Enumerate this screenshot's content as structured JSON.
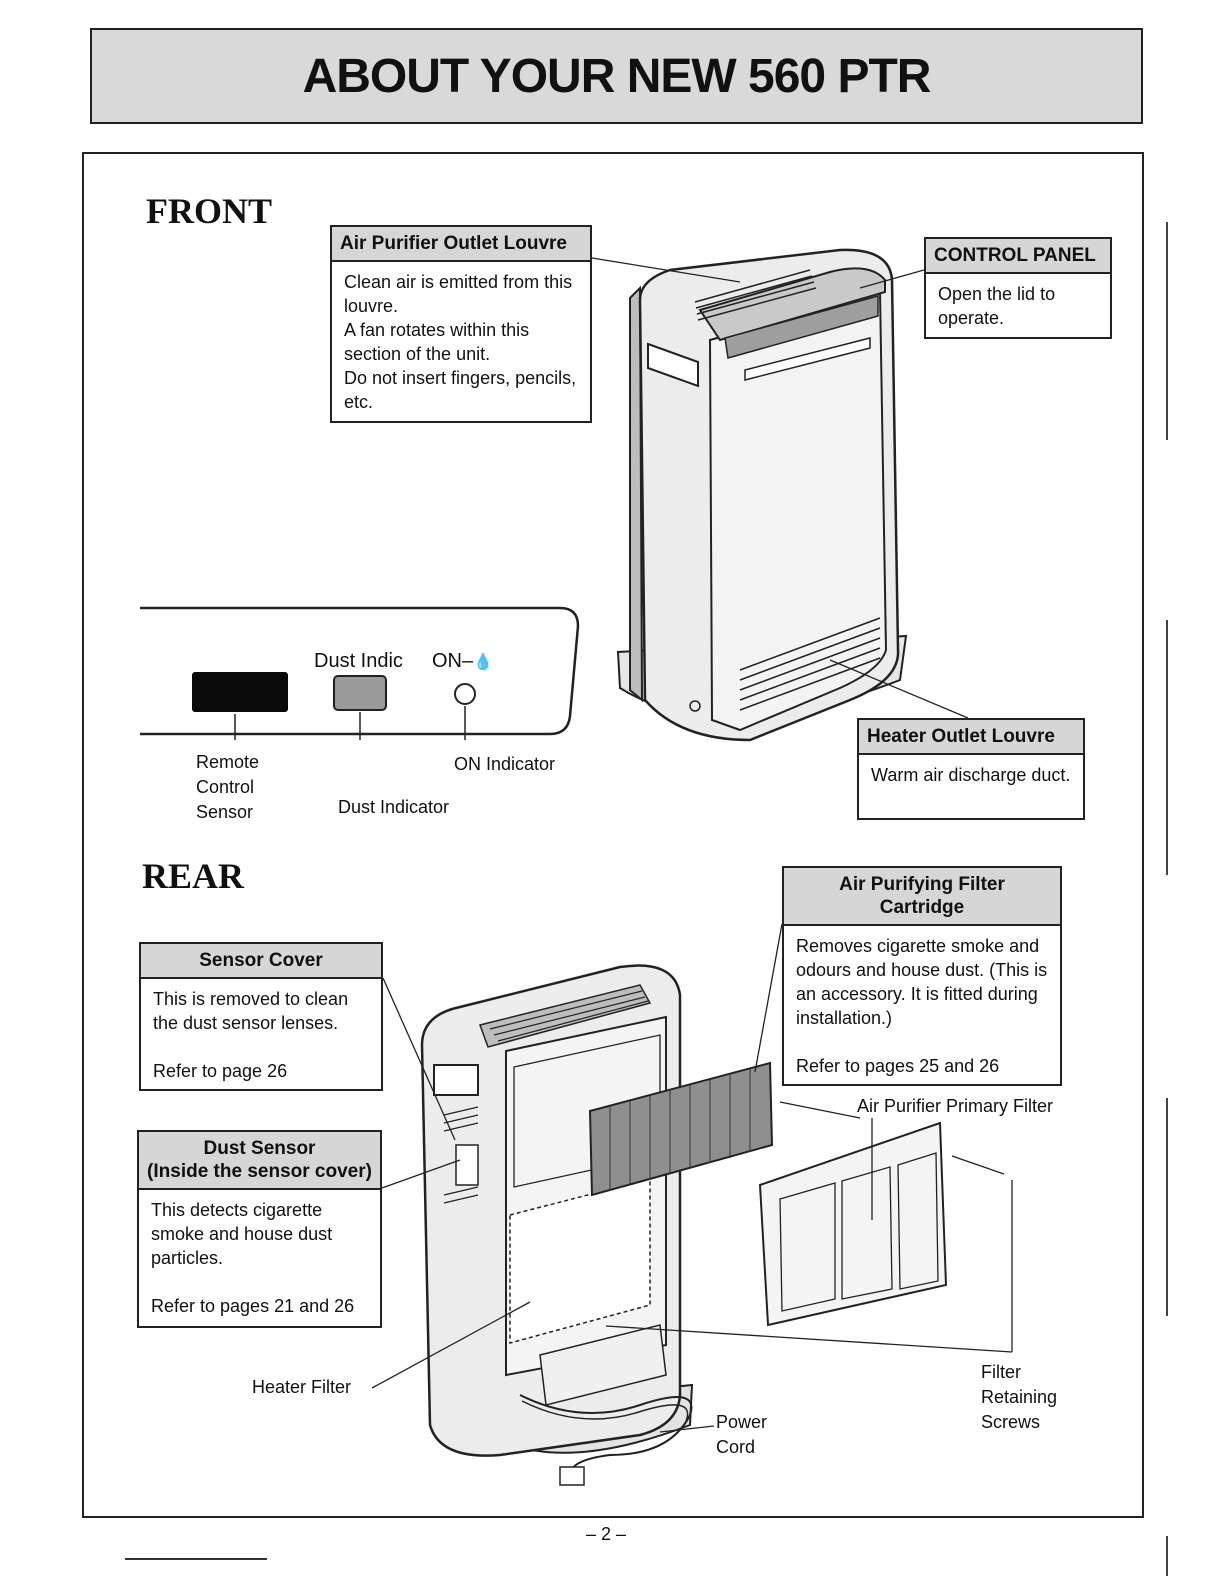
{
  "header": {
    "title": "ABOUT YOUR NEW 560 PTR"
  },
  "front": {
    "heading": "FRONT",
    "outlet_louvre": {
      "title": "Air Purifier Outlet Louvre",
      "lines": [
        "Clean air is emitted from this louvre.",
        "A fan rotates within this section of the unit.",
        "Do not insert fingers, pencils, etc."
      ]
    },
    "control_panel": {
      "title": "CONTROL PANEL",
      "text": "Open the lid to operate."
    },
    "heater_louvre": {
      "title": "Heater Outlet Louvre",
      "text": "Warm air discharge duct."
    },
    "panel": {
      "dust_indic_label": "Dust Indic",
      "on_label": "ON–",
      "remote_sensor_lines": [
        "Remote",
        "Control",
        "Sensor"
      ],
      "dust_indicator": "Dust Indicator",
      "on_indicator": "ON Indicator"
    }
  },
  "rear": {
    "heading": "REAR",
    "sensor_cover": {
      "title": "Sensor Cover",
      "text": "This is removed to clean the dust sensor lenses.",
      "ref": "Refer to page 26"
    },
    "dust_sensor": {
      "title_lines": [
        "Dust Sensor",
        "(Inside the sensor cover)"
      ],
      "text": "This detects cigarette smoke and house dust particles.",
      "ref": "Refer to pages 21 and 26"
    },
    "filter_cartridge": {
      "title_lines": [
        "Air Purifying Filter",
        "Cartridge"
      ],
      "text": "Removes cigarette smoke and odours and house dust. (This is an accessory. It is fitted during installation.)",
      "ref": "Refer to pages 25 and 26"
    },
    "labels": {
      "primary_filter": "Air Purifier Primary Filter",
      "heater_filter": "Heater Filter",
      "power_cord_lines": [
        "Power",
        "Cord"
      ],
      "screws_lines": [
        "Filter",
        "Retaining",
        "Screws"
      ]
    }
  },
  "footer": {
    "page": "– 2 –"
  }
}
